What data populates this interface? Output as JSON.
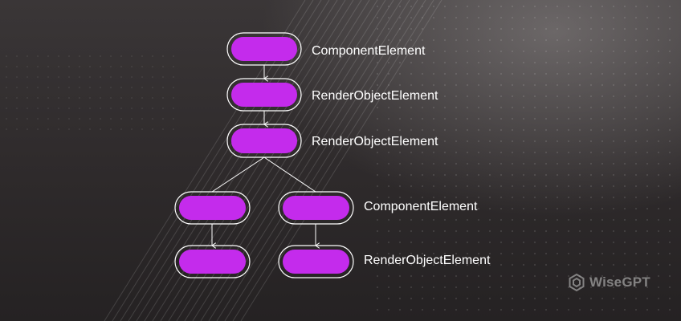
{
  "diagram": {
    "labels": {
      "root": "ComponentElement",
      "level2": "RenderObjectElement",
      "level3": "RenderObjectElement",
      "right_child": "ComponentElement",
      "right_grandchild": "RenderObjectElement"
    },
    "node_fill_color": "#c42bec",
    "node_border_color": "#ffffff",
    "edge_color": "#ffffff"
  },
  "branding": {
    "logo_text": "WiseGPT",
    "logo_icon": "wisegpt-logo-icon"
  }
}
